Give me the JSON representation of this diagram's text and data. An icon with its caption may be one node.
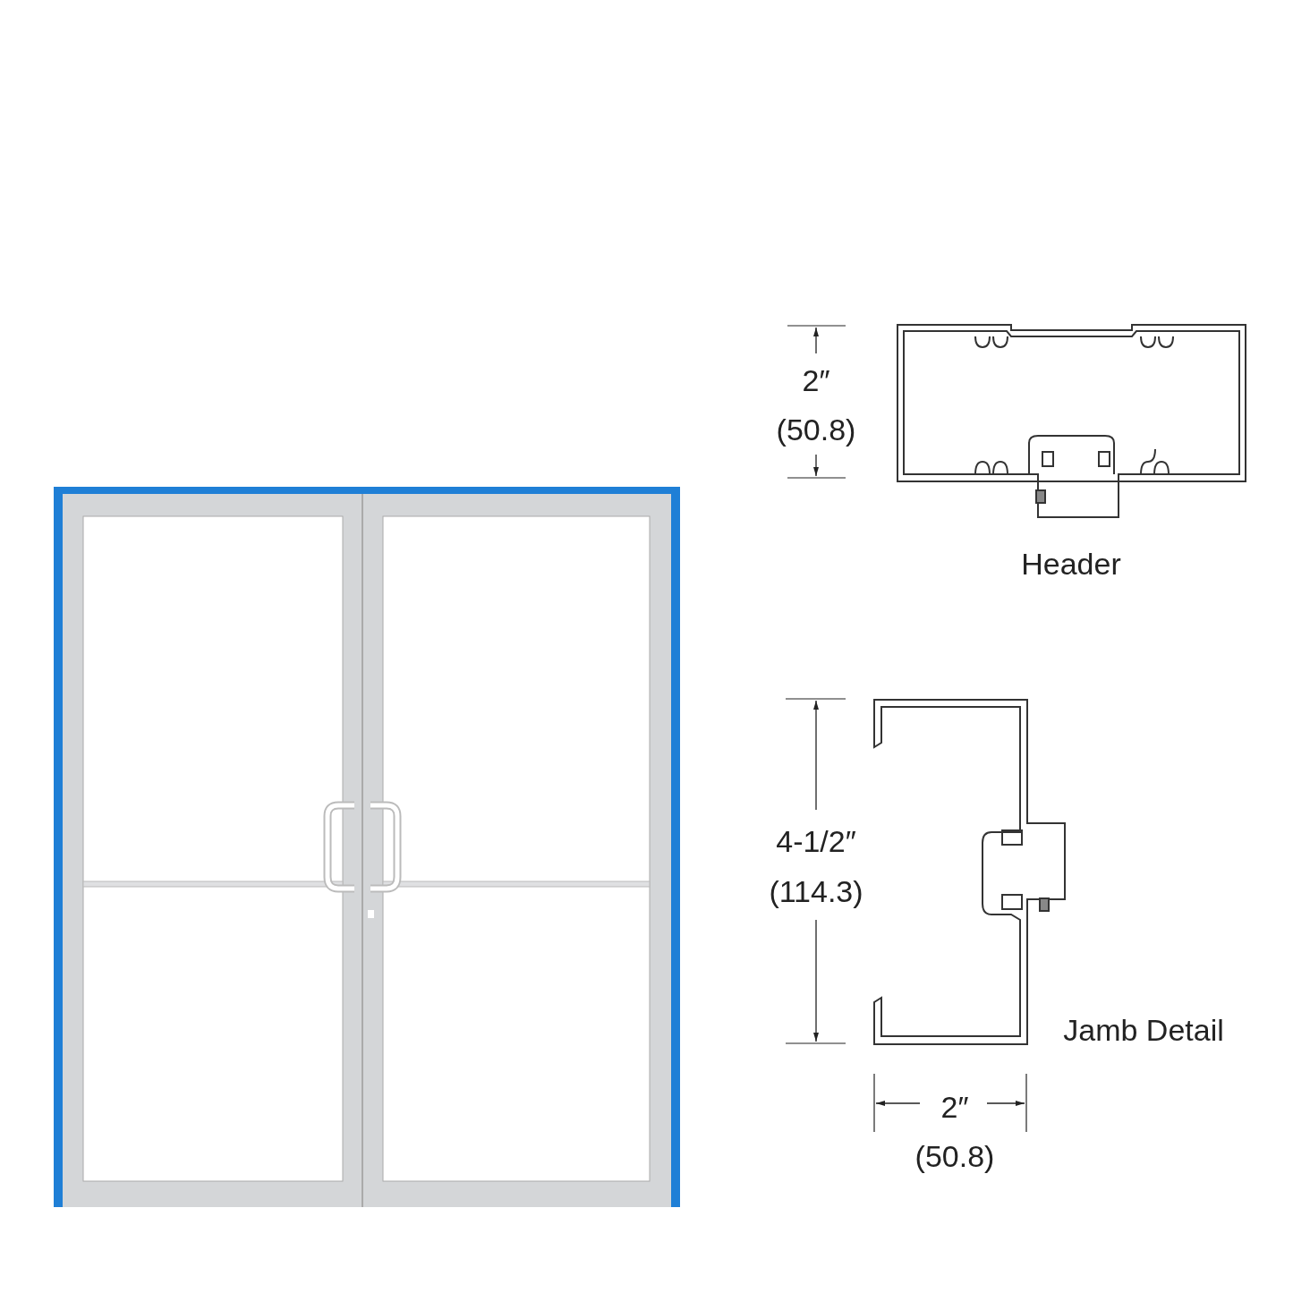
{
  "diagram": {
    "labels": [
      "2″",
      "(50.8)",
      "Header",
      "4-1/2″",
      "(114.3)",
      "Jamb Detail",
      "2″",
      "(50.8)"
    ]
  }
}
